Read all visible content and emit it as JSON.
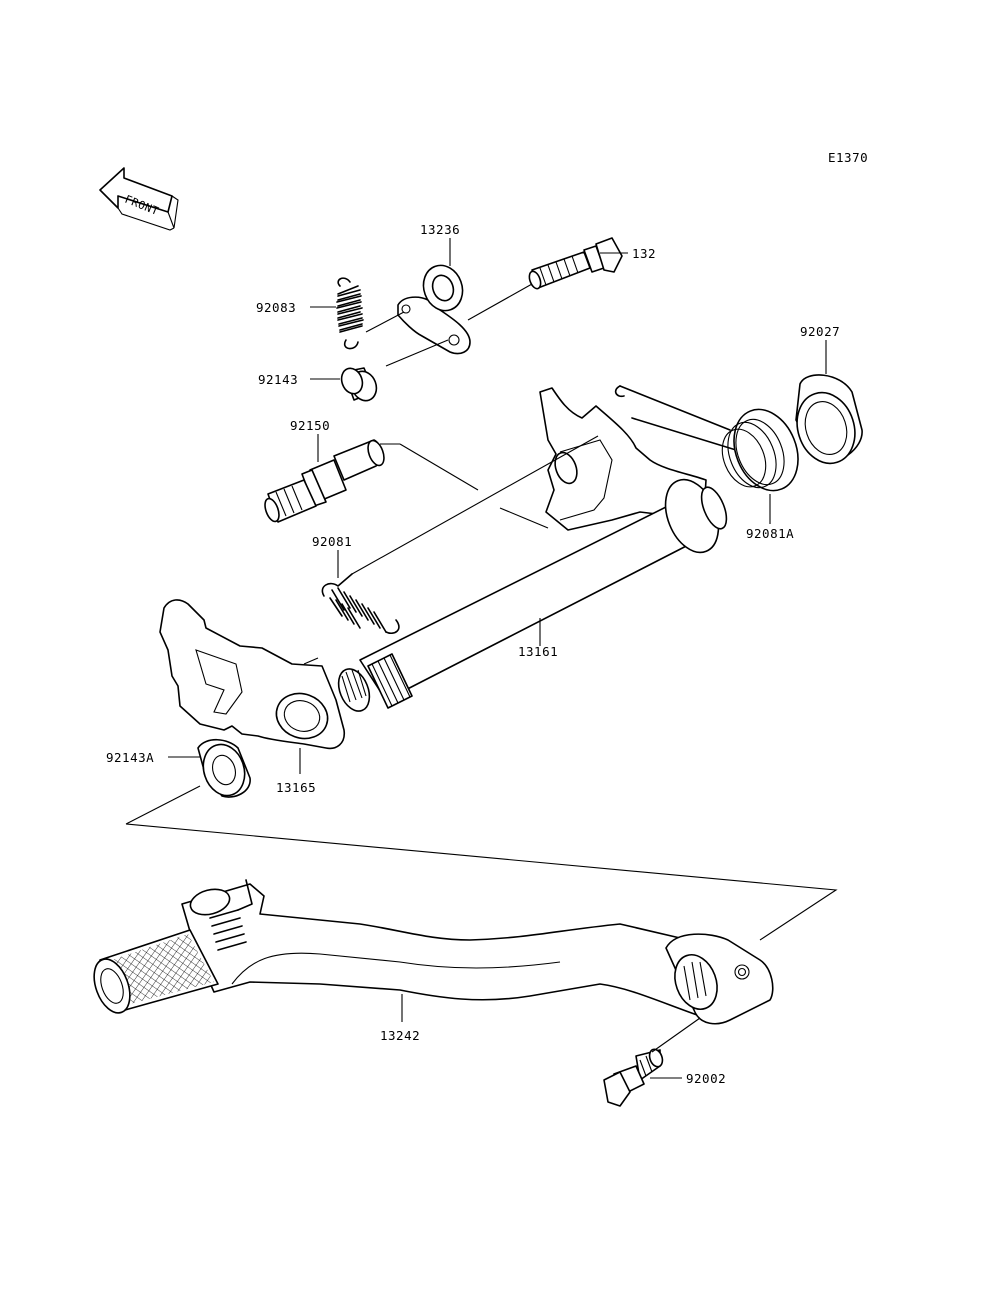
{
  "diagram_code": "E1370",
  "front_label": "FRONT",
  "parts": {
    "p13236": "13236",
    "p132": "132",
    "p92083": "92083",
    "p92143": "92143",
    "p92027": "92027",
    "p92150": "92150",
    "p92081A": "92081A",
    "p92081": "92081",
    "p13161": "13161",
    "p92143A": "92143A",
    "p13165": "13165",
    "p13242": "13242",
    "p92002": "92002"
  }
}
